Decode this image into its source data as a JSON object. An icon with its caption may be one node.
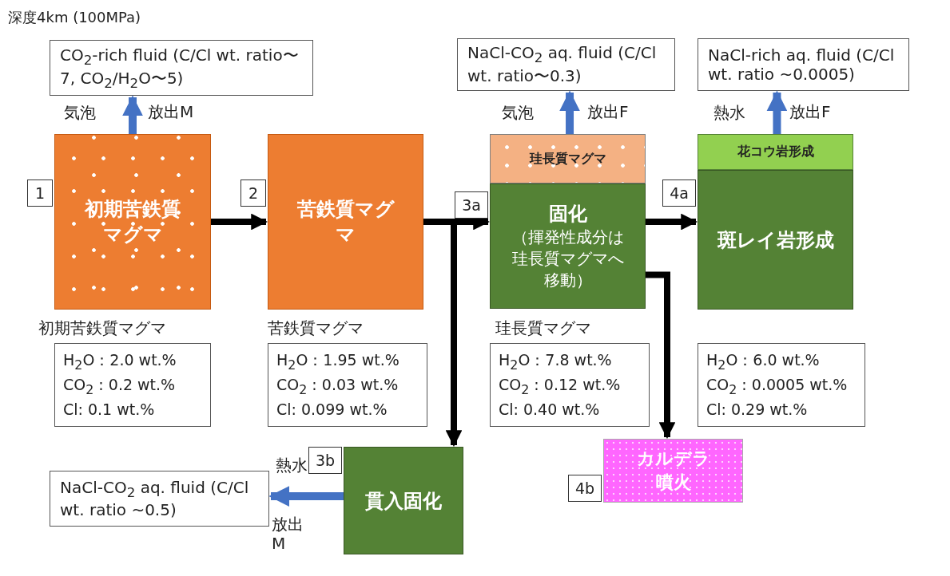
{
  "diagram": {
    "nodes": [
      {
        "text": [
          "CO$_{2}$-rich fluid (C/Cl wt. ratio〜7, CO$_{2}$/H$_{2}$O〜5)"
        ]
      },
      {
        "text": [
          "NaCl-CO$_{2}$ aq. fluid (C/Cl wt. ratio〜0.3)"
        ]
      },
      {
        "text": [
          "NaCl-rich aq. fluid (C/Cl wt. ratio ~0.0005)"
        ]
      },
      {
        "text": [
          "初期苦鉄質マグマ"
        ],
        "beside": [
          "1",
          "初期苦鉄質マグマ"
        ]
      },
      {
        "text": [
          "H$_{2}$O：2.0 wt.%",
          "CO$_{2}$ : 0.2 wt.%",
          "Cl: 0.1 wt.%"
        ]
      },
      {
        "text": [
          "苦鉄質マグマ"
        ],
        "beside": [
          "2",
          "苦鉄質マグマ"
        ]
      },
      {
        "text": [
          "H$_{2}$O：1.95 wt.%",
          "CO$_{2}$ : 0.03 wt.%",
          "Cl: 0.099 wt.%"
        ]
      },
      {
        "text": [
          "珪長質マグマ"
        ]
      },
      {
        "text": [
          "固化",
          "（揮発性成分は珪長質マグマへ移動）"
        ],
        "beside": [
          "3a",
          "珪長質マグマ"
        ]
      },
      {
        "text": [
          "H$_{2}$O：7.8 wt.%",
          "CO$_{2}$ : 0.12 wt.%",
          "Cl: 0.40 wt.%"
        ]
      },
      {
        "text": [
          "花コウ岩形成"
        ]
      },
      {
        "text": [
          "斑レイ岩形成"
        ],
        "beside": [
          "4a"
        ]
      },
      {
        "text": [
          "H$_{2}$O：6.0 wt.%",
          "CO$_{2}$ : 0.0005 wt.%",
          "Cl: 0.29 wt.%"
        ]
      },
      {
        "text": [
          "貫入固化"
        ],
        "beside": [
          "3b"
        ]
      },
      {
        "text": [
          "NaCl-CO$_{2}$ aq. fluid (C/Cl wt. ratio ~0.5)"
        ]
      },
      {
        "text": [
          "カルデラ噴火"
        ],
        "beside": [
          "4b"
        ]
      }
    ],
    "edges": [
      {
        "from": 3,
        "to": 0,
        "arrow": "to",
        "label": "放出M",
        "color": "#4472c4"
      },
      {
        "from": 7,
        "to": 1,
        "arrow": "to",
        "label": "放出F",
        "color": "#4472c4"
      },
      {
        "from": 10,
        "to": 2,
        "arrow": "to",
        "label": "放出F",
        "color": "#4472c4"
      },
      {
        "from": 3,
        "to": 5,
        "arrow": "to"
      },
      {
        "from": 5,
        "to": 8,
        "arrow": "to"
      },
      {
        "from": 5,
        "to": 13,
        "arrow": "to"
      },
      {
        "from": 8,
        "to": 11,
        "arrow": "to"
      },
      {
        "from": 8,
        "to": 15,
        "arrow": "to"
      },
      {
        "from": 13,
        "to": 14,
        "arrow": "to",
        "label": "放出M",
        "color": "#4472c4"
      }
    ],
    "labels": [
      "深度4km (100MPa)",
      "気泡",
      "気泡",
      "熱水",
      "熱水"
    ]
  }
}
